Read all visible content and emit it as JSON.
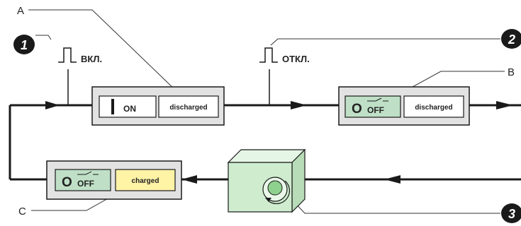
{
  "callouts": {
    "a": "A",
    "b": "B",
    "c": "C"
  },
  "steps": {
    "one": "1",
    "two": "2",
    "three": "3"
  },
  "pulses": {
    "on": "ВКЛ.",
    "off": "ОТКЛ."
  },
  "panels": {
    "state_a": {
      "switch_symbol": "I",
      "switch_label": "ON",
      "indicator": "discharged"
    },
    "state_b": {
      "switch_symbol": "O",
      "switch_label": "OFF",
      "indicator": "discharged"
    },
    "state_c": {
      "switch_symbol": "O",
      "switch_label": "OFF",
      "indicator": "charged"
    }
  },
  "colors": {
    "line": "#1a1a1a",
    "panel_bg": "#e2e2e2",
    "off_green": "#bfe0c6",
    "charged_yellow": "#fff3a6",
    "cube_green": "#cfeccf",
    "callout_line": "#333333"
  },
  "icons": {
    "step_badge": "step-badge-icon",
    "pulse": "pulse-icon",
    "charging_knob": "charging-cube-icon"
  }
}
